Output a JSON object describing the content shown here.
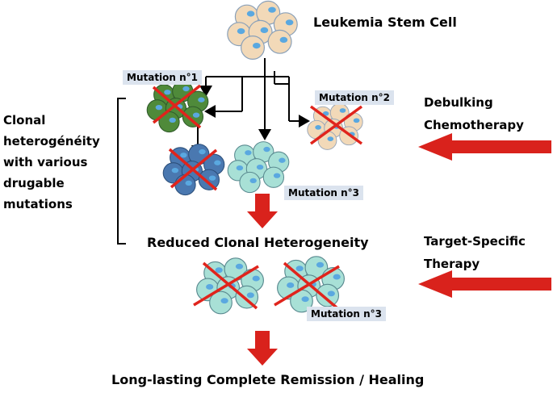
{
  "title_top": "Leukemia Stem Cell",
  "side_label": [
    "Clonal",
    "heterogénéity",
    "with various",
    "drugable",
    "mutations"
  ],
  "mutations": {
    "m1": "Mutation n°1",
    "m2": "Mutation n°2",
    "m3a": "Mutation n°3",
    "m3b": "Mutation n°3"
  },
  "therapy_1": [
    "Debulking",
    "Chemotherapy"
  ],
  "therapy_2": [
    "Target-Specific",
    "Therapy"
  ],
  "mid_label": "Reduced Clonal Heterogeneity",
  "bottom_label": "Long-lasting Complete Remission / Healing",
  "colors": {
    "stem_cell": "#f2d9b8",
    "green_cell": "#4f8a3a",
    "blue_cell": "#4a78b0",
    "teal_cell": "#a8e0d6",
    "cross": "#e0241c",
    "arrow_red": "#d9221c",
    "tag_bg": "#dbe3ee"
  }
}
